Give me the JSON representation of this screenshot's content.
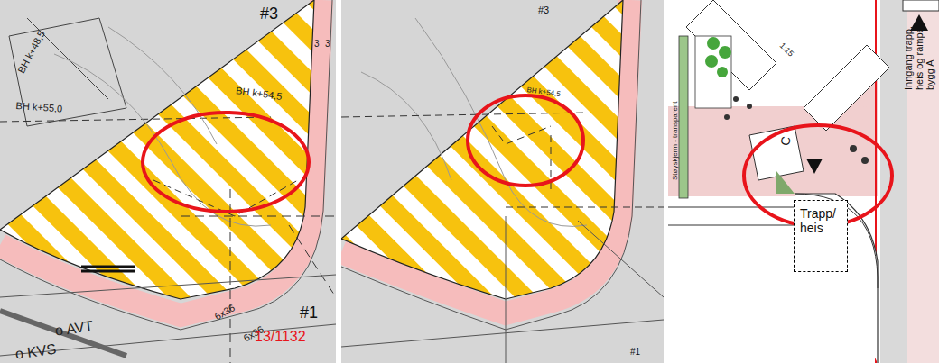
{
  "diagram": {
    "nodes": [
      {
        "text": [
          "Trapp/ heis"
        ]
      }
    ],
    "labels": [
      "#3",
      "BH k+48,5",
      "BH k+54,5",
      "BH k+55,0",
      "3",
      "3",
      "6x36",
      "6x36",
      "13/1132",
      "#1",
      "o AVT",
      "o KVS",
      "#3",
      "BH k+54,5",
      "#1",
      "Inngang trapp, heis og rampe bygg A",
      "C",
      "1:15",
      "Støyskjerm - transparent"
    ]
  }
}
